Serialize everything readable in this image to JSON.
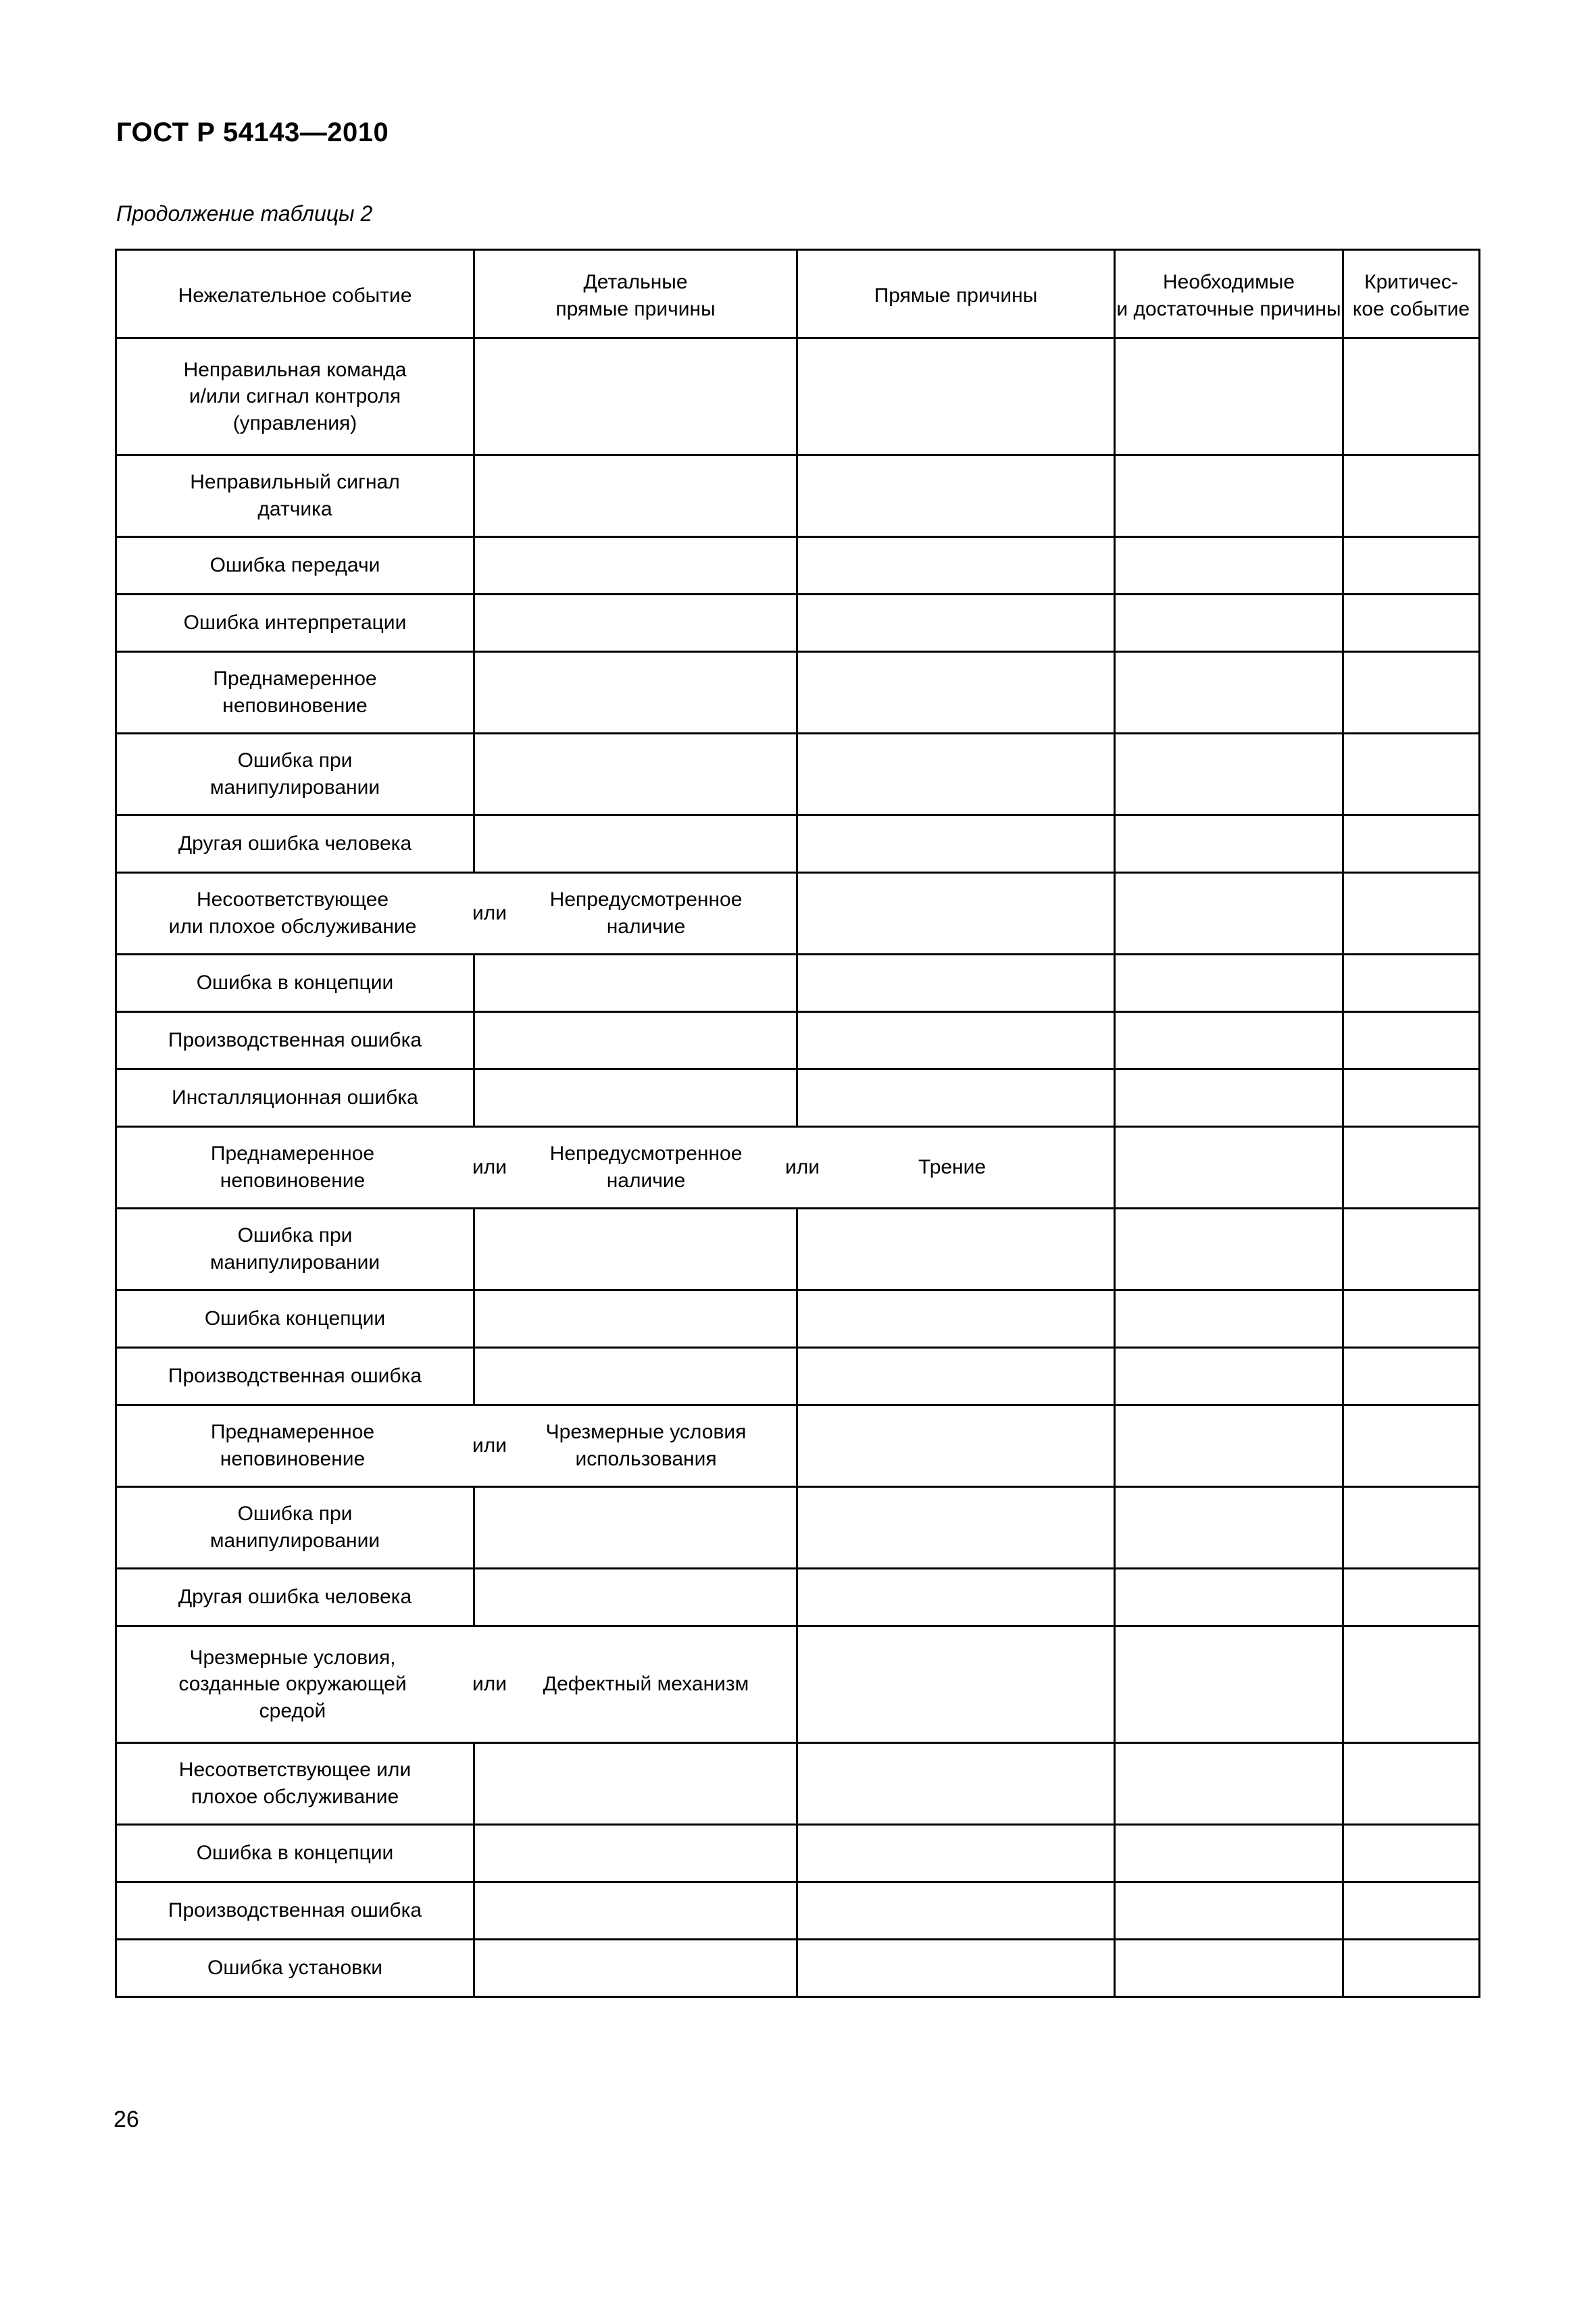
{
  "document": {
    "standard_number": "ГОСТ Р 54143—2010",
    "caption": "Продолжение таблицы 2",
    "page_number": "26"
  },
  "table": {
    "headers": [
      "Нежелательное событие",
      "Детальные\nпрямые причины",
      "Прямые причины",
      "Необходимые\nи достаточные\nпричины",
      "Критичес-\nкое\nсобытие"
    ],
    "header_col1": "Нежелательное событие",
    "header_col2_line1": "Детальные",
    "header_col2_line2": "прямые причины",
    "header_col3": "Прямые причины",
    "header_col4_line1": "Необходимые",
    "header_col4_line2": "и достаточные",
    "header_col4_line3": "причины",
    "header_col5_line1": "Критичес-",
    "header_col5_line2": "кое",
    "header_col5_line3": "событие",
    "or_word": "или",
    "rows": [
      {
        "col1": "Неправильная команда\nи/или сигнал контроля\n(управления)"
      },
      {
        "col1": "Неправильный сигнал\nдатчика"
      },
      {
        "col1": "Ошибка передачи"
      },
      {
        "col1": "Ошибка интерпретации"
      },
      {
        "col1": "Преднамеренное\nнеповиновение"
      },
      {
        "col1": "Ошибка при\nманипулировании"
      },
      {
        "col1": "Другая ошибка человека"
      },
      {
        "span": 2,
        "col1": "Несоответствующее\nили плохое обслуживание",
        "col2": "Непредусмотренное\nналичие"
      },
      {
        "col1": "Ошибка в концепции"
      },
      {
        "col1": "Производственная ошибка"
      },
      {
        "col1": "Инсталляционная ошибка"
      },
      {
        "span": 3,
        "col1": "Преднамеренное\nнеповиновение",
        "col2": "Непредусмотренное\nналичие",
        "col3": "Трение"
      },
      {
        "col1": "Ошибка при\nманипулировании"
      },
      {
        "col1": "Ошибка концепции"
      },
      {
        "col1": "Производственная ошибка"
      },
      {
        "span": 2,
        "col1": "Преднамеренное\nнеповиновение",
        "col2": "Чрезмерные условия\nиспользования"
      },
      {
        "col1": "Ошибка при\nманипулировании"
      },
      {
        "col1": "Другая ошибка человека"
      },
      {
        "span": 2,
        "col1": "Чрезмерные условия,\nсозданные окружающей\nсредой",
        "col2": "Дефектный механизм"
      },
      {
        "col1": "Несоответствующее или\nплохое обслуживание"
      },
      {
        "col1": "Ошибка в концепции"
      },
      {
        "col1": "Производственная ошибка"
      },
      {
        "col1": "Ошибка установки"
      }
    ]
  },
  "cells": {
    "r1_l1": "Неправильная команда",
    "r1_l2": "и/или сигнал контроля",
    "r1_l3": "(управления)",
    "r2_l1": "Неправильный сигнал",
    "r2_l2": "датчика",
    "r3": "Ошибка передачи",
    "r4": "Ошибка интерпретации",
    "r5_l1": "Преднамеренное",
    "r5_l2": "неповиновение",
    "r6_l1": "Ошибка при",
    "r6_l2": "манипулировании",
    "r7": "Другая ошибка человека",
    "r8_a_l1": "Несоответствующее",
    "r8_a_l2": "или плохое обслуживание",
    "r8_b_l1": "Непредусмотренное",
    "r8_b_l2": "наличие",
    "r9": "Ошибка в концепции",
    "r10": "Производственная ошибка",
    "r11": "Инсталляционная ошибка",
    "r12_a_l1": "Преднамеренное",
    "r12_a_l2": "неповиновение",
    "r12_b_l1": "Непредусмотренное",
    "r12_b_l2": "наличие",
    "r12_c": "Трение",
    "r13_l1": "Ошибка при",
    "r13_l2": "манипулировании",
    "r14": "Ошибка концепции",
    "r15": "Производственная ошибка",
    "r16_a_l1": "Преднамеренное",
    "r16_a_l2": "неповиновение",
    "r16_b_l1": "Чрезмерные условия",
    "r16_b_l2": "использования",
    "r17_l1": "Ошибка при",
    "r17_l2": "манипулировании",
    "r18": "Другая ошибка человека",
    "r19_a_l1": "Чрезмерные условия,",
    "r19_a_l2": "созданные окружающей",
    "r19_a_l3": "средой",
    "r19_b": "Дефектный механизм",
    "r20_l1": "Несоответствующее или",
    "r20_l2": "плохое обслуживание",
    "r21": "Ошибка в концепции",
    "r22": "Производственная ошибка",
    "r23": "Ошибка установки"
  },
  "colors": {
    "ink": "#000000",
    "paper": "#ffffff"
  }
}
